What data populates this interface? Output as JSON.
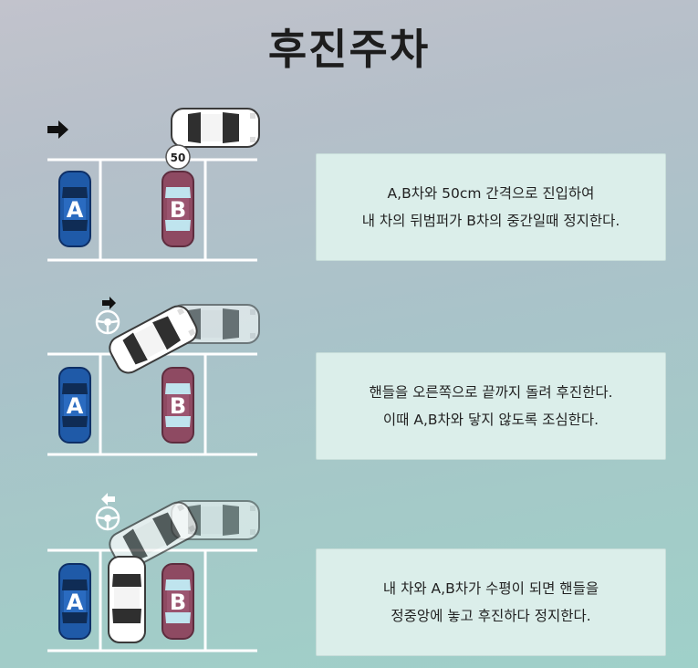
{
  "title": "후진주차",
  "label_a": "A",
  "label_b": "B",
  "gap_badge": "50",
  "colors": {
    "car_a": "#1f5aa8",
    "car_b": "#8e4a62",
    "my_car": "#ffffff",
    "lines": "#ffffff"
  },
  "icons": [
    "arrow-right-icon",
    "steering-wheel-icon",
    "arrow-left-icon"
  ],
  "steps": [
    {
      "line1": "A,B차와 50cm 간격으로 진입하여",
      "line2": "내 차의 뒤범퍼가 B차의 중간일때 정지한다."
    },
    {
      "line1": "핸들을 오른쪽으로 끝까지 돌려 후진한다.",
      "line2": "이때 A,B차와 닿지 않도록 조심한다."
    },
    {
      "line1": "내 차와 A,B차가 수평이 되면 핸들을",
      "line2": "정중앙에 놓고 후진하다 정지한다."
    }
  ]
}
